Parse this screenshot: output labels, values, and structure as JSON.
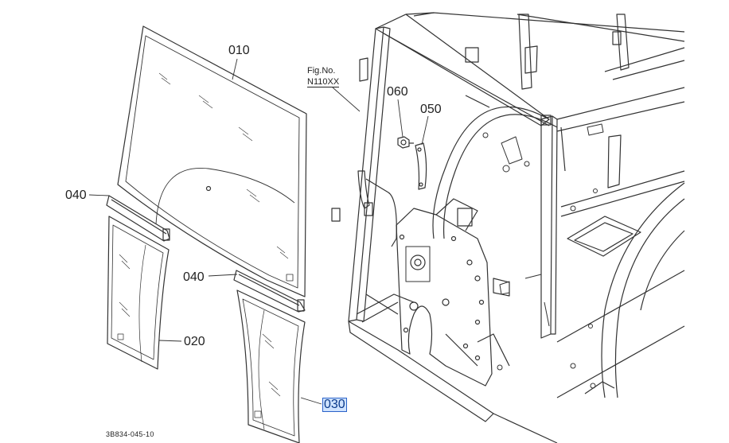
{
  "diagram": {
    "fig_label": "Fig.No.",
    "fig_number": "N110XX",
    "drawing_id": "3B834-045-10",
    "selected_part": "030",
    "parts": {
      "p010": "010",
      "p020": "020",
      "p030": "030",
      "p040a": "040",
      "p040b": "040",
      "p050": "050",
      "p060": "060"
    },
    "colors": {
      "line": "#333333",
      "selection_bg": "#cfe3ff",
      "selection_border": "#2a62c9"
    }
  }
}
